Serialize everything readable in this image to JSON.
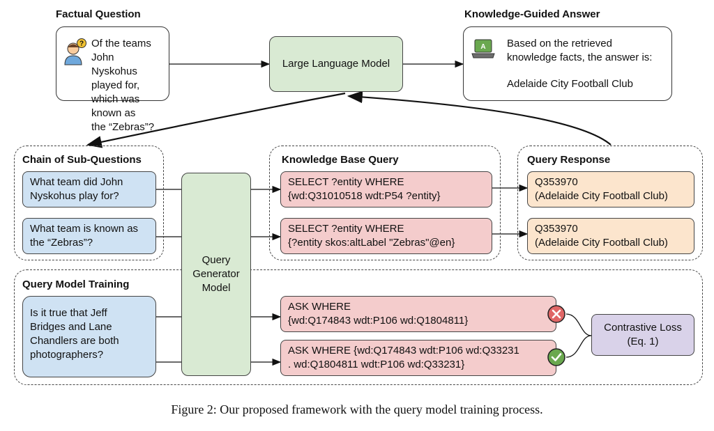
{
  "top": {
    "factual_heading": "Factual Question",
    "question_text": "Of the teams John\nNyskohus played for,\nwhich was known as\nthe “Zebras”?",
    "llm_label": "Large Language Model",
    "answer_heading": "Knowledge-Guided Answer",
    "answer_text": "Based on the retrieved\nknowledge facts, the answer is:",
    "answer_value": "Adelaide City Football Club",
    "person_icon": "person-question-icon",
    "laptop_icon": "laptop-answer-icon"
  },
  "sub_questions": {
    "heading": "Chain of Sub-Questions",
    "items": [
      "What team did John\nNyskohus play for?",
      "What team is known as\nthe “Zebras”?"
    ]
  },
  "generator": {
    "label": "Query\nGenerator\nModel"
  },
  "kb_query": {
    "heading": "Knowledge Base Query",
    "items": [
      "SELECT ?entity WHERE\n{wd:Q31010518 wdt:P54 ?entity}",
      "SELECT ?entity WHERE\n{?entity skos:altLabel \"Zebras\"@en}"
    ]
  },
  "response": {
    "heading": "Query Response",
    "items": [
      "Q353970\n(Adelaide City Football Club)",
      "Q353970\n(Adelaide City Football Club)"
    ]
  },
  "training": {
    "heading": "Query Model Training",
    "question": "Is it true that Jeff\nBridges and Lane\nChandlers are both\nphotographers?",
    "wrong_query": "ASK WHERE\n{wd:Q174843 wdt:P106 wd:Q1804811}",
    "right_query": "ASK WHERE {wd:Q174843 wdt:P106 wd:Q33231\n. wd:Q1804811 wdt:P106 wd:Q33231}",
    "loss_label": "Contrastive Loss\n(Eq. 1)",
    "wrong_icon": "cross-icon",
    "right_icon": "check-icon"
  },
  "caption": "Figure 2: Our proposed framework with the query model training process.",
  "colors": {
    "blue": "#cfe2f3",
    "green": "#d9ead3",
    "red": "#f4cccc",
    "orange": "#fce5cd",
    "purple": "#d9d2e9",
    "cross": "#e06666",
    "check": "#6aa84f"
  }
}
